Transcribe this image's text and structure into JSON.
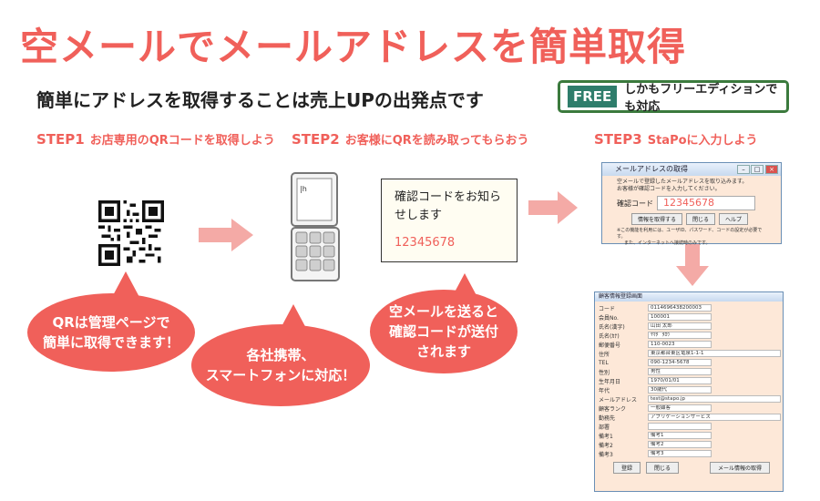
{
  "title": "空メールでメールアドレスを簡単取得",
  "subtitle": "簡単にアドレスを取得することは売上UPの出発点です",
  "free_badge": {
    "tag": "FREE",
    "text": "しかもフリーエディションでも対応"
  },
  "steps": [
    {
      "label": "STEP1",
      "text": "お店専用のQRコードを取得しよう"
    },
    {
      "label": "STEP2",
      "text": "お客様にQRを読み取ってもらおう"
    },
    {
      "label": "STEP3",
      "text": "StaPoに入力しよう"
    }
  ],
  "bubbles": {
    "qr": "QRは管理ページで\n簡単に取得できます！",
    "phone": "各社携帯、\nスマートフォンに対応！",
    "mail": "空メールを送ると\n確認コードが送付\nされます"
  },
  "note": {
    "text": "確認コードをお知らせします",
    "code": "12345678"
  },
  "dialog": {
    "title": "メールアドレスの取得",
    "msg1": "空メールで登録したメールアドレスを取り込みます。",
    "msg2": "お客様が確認コードを入力してください。",
    "code_label": "確認コード",
    "code_value": "12345678",
    "buttons": [
      "情報を取得する",
      "閉じる",
      "ヘルプ"
    ],
    "foot1": "※この機能を利用には、ユーザID、パスワード、コードの設定が必要です。",
    "foot2": "また、インターネットへ接続時のみです。"
  },
  "form": {
    "title": "顧客情報登録画面",
    "rows": [
      {
        "label": "コード",
        "value": "0114696438200003"
      },
      {
        "label": "会員No.",
        "value": "100001"
      },
      {
        "label": "氏名(漢字)",
        "value": "山田 太郎"
      },
      {
        "label": "氏名(ｶﾅ)",
        "value": "ﾔﾏﾀﾞ ﾀﾛｳ"
      },
      {
        "label": "郵便番号",
        "value": "110-0023"
      },
      {
        "label": "住所",
        "value": "東京都台東区竜泉1-1-1"
      },
      {
        "label": "TEL",
        "value": "090-1234-5678"
      },
      {
        "label": "性別",
        "value": "男性"
      },
      {
        "label": "生年月日",
        "value": "1970/01/01"
      },
      {
        "label": "年代",
        "value": "30歳代"
      },
      {
        "label": "メールアドレス",
        "value": "test@stapo.jp"
      },
      {
        "label": "顧客ランク",
        "value": "一般顧客"
      },
      {
        "label": "勤務先",
        "value": "アプリケーションサービス"
      },
      {
        "label": "部署",
        "value": ""
      },
      {
        "label": "備考1",
        "value": "備考1"
      },
      {
        "label": "備考2",
        "value": "備考2"
      },
      {
        "label": "備考3",
        "value": "備考3"
      }
    ],
    "buttons": [
      "登録",
      "閉じる",
      "メール情報の取得"
    ]
  },
  "colors": {
    "accent": "#f0605a",
    "arrow": "#f4aaa6",
    "free_border": "#3b7a3d",
    "free_tag": "#2e7d6b"
  }
}
